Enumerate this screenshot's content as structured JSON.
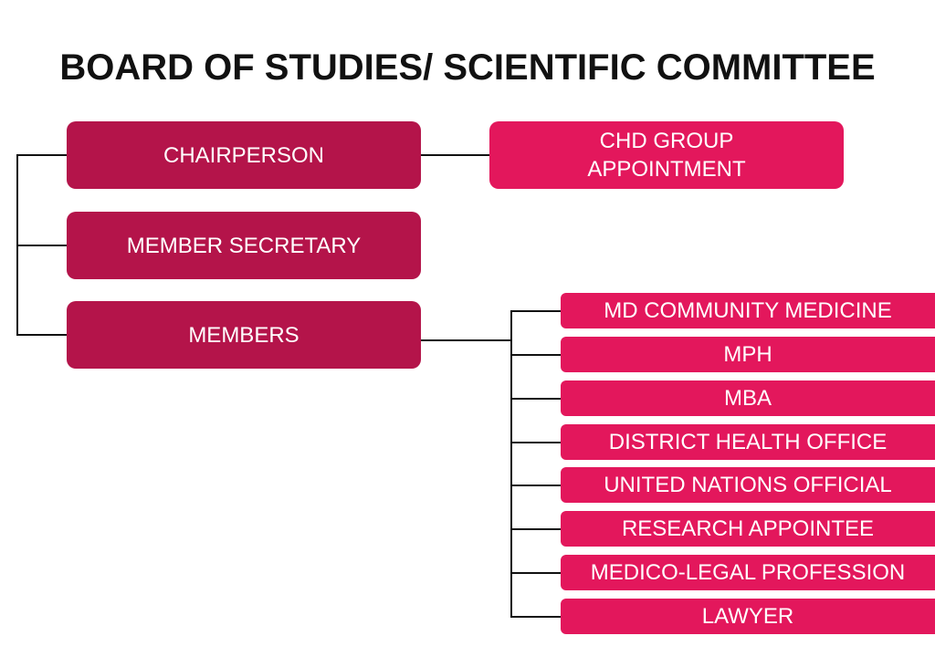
{
  "title": "BOARD OF STUDIES/ SCIENTIFIC COMMITTEE",
  "colors": {
    "primary_box": "#b4144a",
    "secondary_box": "#e3175c",
    "connector": "#111111"
  },
  "roles": {
    "chairperson": "CHAIRPERSON",
    "member_secretary": "MEMBER SECRETARY",
    "members": "MEMBERS"
  },
  "chairperson_link": {
    "line1": "CHD GROUP",
    "line2": "APPOINTMENT"
  },
  "member_list": [
    "MD COMMUNITY MEDICINE",
    "MPH",
    "MBA",
    "DISTRICT HEALTH OFFICE",
    "UNITED NATIONS OFFICIAL",
    "RESEARCH APPOINTEE",
    "MEDICO-LEGAL PROFESSION",
    "LAWYER"
  ]
}
